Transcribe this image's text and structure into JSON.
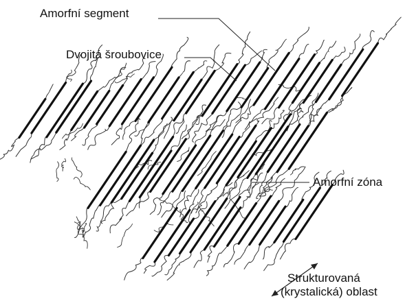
{
  "labels": {
    "amorphous_segment": "Amorfní segment",
    "double_helix": "Dvojitá šroubovice",
    "amorphous_zone": "Amorfní zóna",
    "structured_region_line1": "Strukturovaná",
    "structured_region_line2": "(krystalická) oblast"
  },
  "colors": {
    "helix": "#111111",
    "amorphous_chain": "#333333",
    "leader_line": "#222222",
    "background": "#ffffff"
  }
}
